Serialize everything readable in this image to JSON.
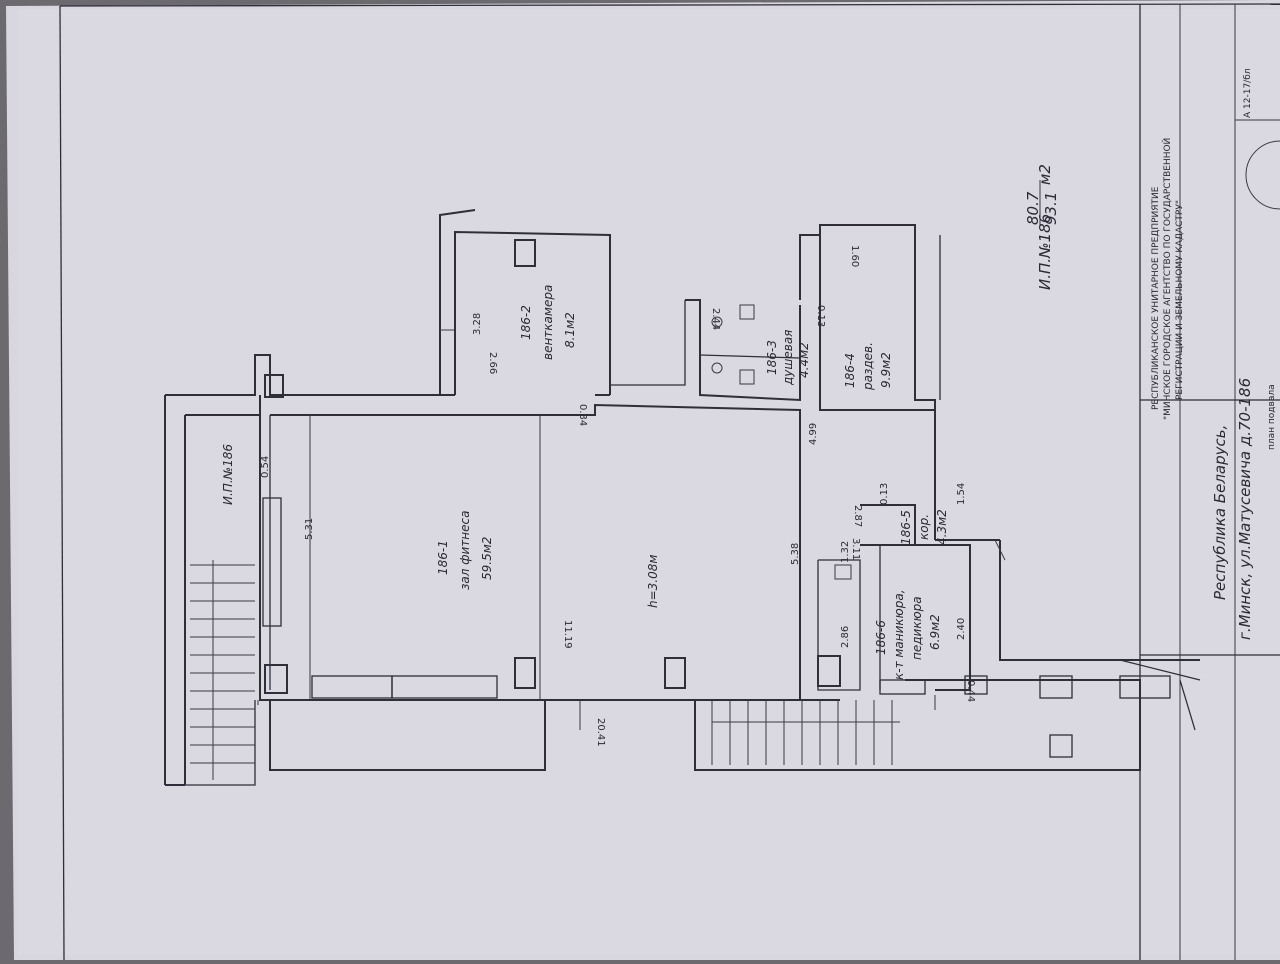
{
  "rooms": {
    "r1": {
      "id": "186-1",
      "name": "зал фитнеса",
      "area": "59.5м2"
    },
    "r2": {
      "id": "186-2",
      "name": "венткамера",
      "area": "8.1м2"
    },
    "r3": {
      "id": "186-3",
      "name": "душевая",
      "area": "4.4м2"
    },
    "r4": {
      "id": "186-4",
      "name": "раздев.",
      "area": "9.9м2"
    },
    "r5": {
      "id": "186-5",
      "name": "кор.",
      "area": "4.3м2"
    },
    "r6": {
      "id": "186-6",
      "name1": "к-т маникюра,",
      "name2": "педикюра",
      "area": "6.9м2"
    }
  },
  "height_label": "h=3.08м",
  "ip_label_left": "И.П.№186",
  "ip_summary": {
    "label": "И.П.№186",
    "num": "80.7",
    "den": "93.1",
    "unit": "м2"
  },
  "dims": {
    "d2041": "20.41",
    "d1119": "11.19",
    "d531": "5.31",
    "d538": "5.38",
    "d054": "0.54",
    "d328": "3.28",
    "d266": "2.66",
    "d034": "0.34",
    "d244": "2.44",
    "d013a": "0.13",
    "d160": "1.60",
    "d499": "4.99",
    "d287": "2.87",
    "d013b": "0.13",
    "d154": "1.54",
    "d132": "1.32",
    "d311": "3.11",
    "d286": "2.86",
    "d240": "2.40",
    "d044": "0.44"
  },
  "title_block": {
    "org1": "РЕСПУБЛИКАНСКОЕ УНИТАРНОЕ ПРЕДПРИЯТИЕ",
    "org2": "\"МИНСКОЕ ГОРОДСКОЕ АГЕНТСТВО ПО ГОСУДАРСТВЕННОЙ",
    "org3": "РЕГИСТРАЦИИ И ЗЕМЕЛЬНОМУ КАДАСТРУ\"",
    "country": "Республика Беларусь,",
    "address": "г.Минск, ул.Матусевича  д.70-186",
    "code": "А 12-17/бл",
    "plan": "план подвала"
  }
}
